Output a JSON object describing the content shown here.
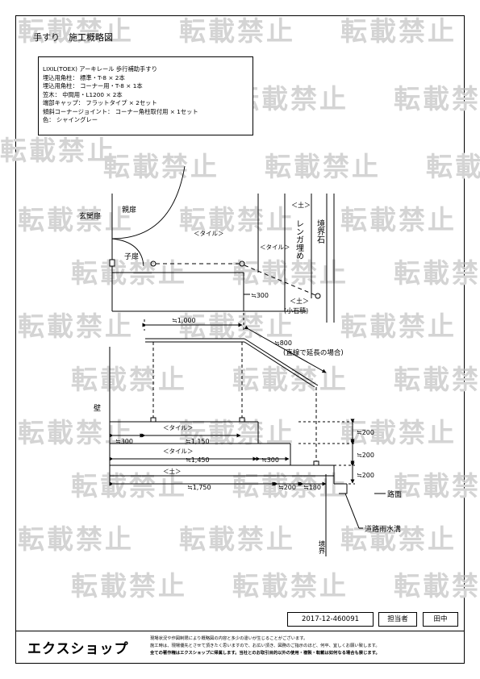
{
  "title": "手すり　施工概略図",
  "watermark": "転載禁止",
  "spec_lines": [
    "LIXIL(TOEX) アーキレール 歩行補助手すり",
    "埋込用角柱： 標準・T-8 × 2本",
    "埋込用角柱： コーナー用・T-8 × 1本",
    "笠木： 中間用・L1200 × 2本",
    "端部キャップ： フラットタイプ × 2セット",
    "傾斜コーナージョイント： コーナー角柱取付用 × 1セット",
    "色： シャイングレー"
  ],
  "plan": {
    "genkan_door": "玄関扉",
    "oya_door": "親扉",
    "ko_door": "子扉",
    "tile_1": "＜タイル＞",
    "tile_2": "＜タイル＞",
    "soil_top": "＜土＞",
    "brick": "レンガ埋め",
    "boundary_stone": "境界石",
    "soil_bottom": "＜土＞",
    "small_stone": "(小石積)",
    "dim_300": "≒300",
    "dim_1000": "≒1,000"
  },
  "elevation": {
    "dim_800": "≒800",
    "extension_note": "(直線で延長の場合)",
    "wall": "壁",
    "tile_a": "＜タイル＞",
    "tile_b": "＜タイル＞",
    "soil": "＜土＞",
    "dim_300a": "≒300",
    "dim_1150": "≒1,150",
    "dim_1450": "≒1,450",
    "dim_300b": "≒300",
    "dim_1750": "≒1,750",
    "dim_200a": "≒200",
    "dim_180": "≒180",
    "dim_200_1": "≒200",
    "dim_200_2": "≒200",
    "dim_200_3": "≒200",
    "road_surface": "路面",
    "gutter": "道路雨水溝",
    "boundary": "境界"
  },
  "footer": {
    "doc_id": "2017-12-460091",
    "staff_label": "担当者",
    "staff_name": "田中",
    "logo": "エクスショップ",
    "note_1": "現場状況や作図制限により概略図の内容と多少の違いが生じることがございます。",
    "note_2": "施工時は、現場優先とさせて頂きたく思いますので、お広い頂き、図務のご指示のほど、何卒、宜しくお願い致します。",
    "note_3": "全ての著作権はエクスショップに帰属します。当社とのお取引目的以外の使用・複製・転載は如何なる場合も禁じます。"
  },
  "colors": {
    "watermark": "#d4d4d4",
    "line": "#000000"
  }
}
